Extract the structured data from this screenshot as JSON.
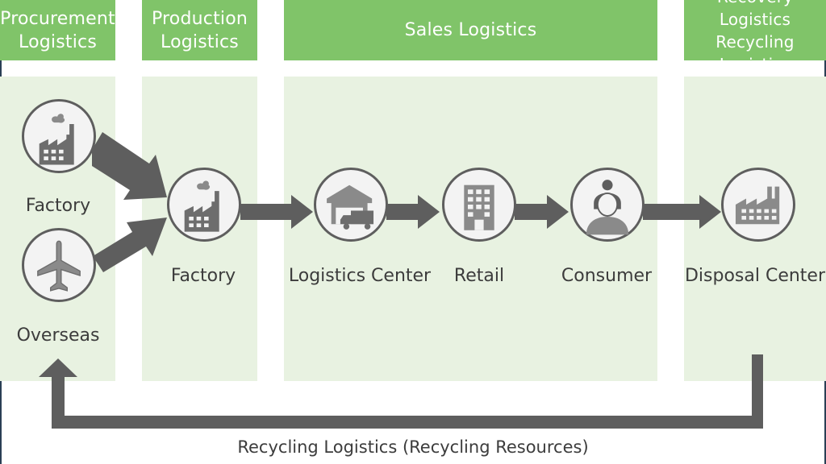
{
  "headers": {
    "procurement": [
      "Procurement",
      "Logistics"
    ],
    "production": [
      "Production",
      "Logistics"
    ],
    "sales": "Sales Logistics",
    "recovery": [
      "Recovery Logistics",
      "Recycling Logistics"
    ]
  },
  "nodes": {
    "factory_source": {
      "label": "Factory",
      "icon": "factory-icon"
    },
    "overseas": {
      "label": "Overseas",
      "icon": "airplane-icon"
    },
    "factory": {
      "label": "Factory",
      "icon": "factory-icon"
    },
    "logistics_center": {
      "label": "Logistics Center",
      "icon": "warehouse-truck-icon"
    },
    "retail": {
      "label": "Retail",
      "icon": "building-icon"
    },
    "consumer": {
      "label": "Consumer",
      "icon": "person-icon"
    },
    "disposal_center": {
      "label": "Disposal Center",
      "icon": "factory-icon"
    }
  },
  "footer": "Recycling Logistics (Recycling Resources)",
  "colors": {
    "header": "#80c469",
    "panel": "#e8f2e1",
    "arrow": "#5e5e5e"
  }
}
